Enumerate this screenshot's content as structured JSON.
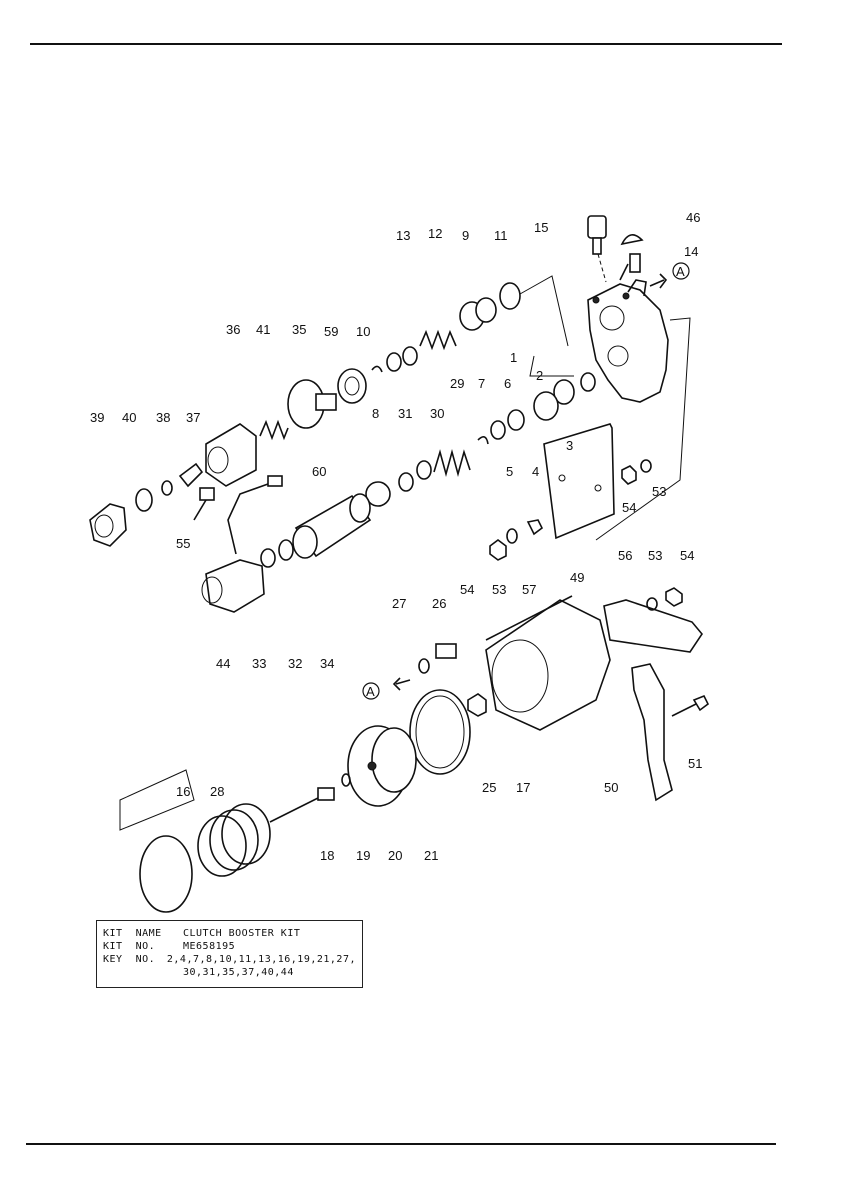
{
  "callouts": [
    {
      "id": "c13",
      "text": "13"
    },
    {
      "id": "c12",
      "text": "12"
    },
    {
      "id": "c9",
      "text": "9"
    },
    {
      "id": "c11",
      "text": "11"
    },
    {
      "id": "c15",
      "text": "15"
    },
    {
      "id": "c46",
      "text": "46"
    },
    {
      "id": "c14",
      "text": "14"
    },
    {
      "id": "cA1",
      "text": "A"
    },
    {
      "id": "c36",
      "text": "36"
    },
    {
      "id": "c41",
      "text": "41"
    },
    {
      "id": "c35",
      "text": "35"
    },
    {
      "id": "c59",
      "text": "59"
    },
    {
      "id": "c10",
      "text": "10"
    },
    {
      "id": "c1",
      "text": "1"
    },
    {
      "id": "c2",
      "text": "2"
    },
    {
      "id": "c29",
      "text": "29"
    },
    {
      "id": "c7",
      "text": "7"
    },
    {
      "id": "c6",
      "text": "6"
    },
    {
      "id": "c39",
      "text": "39"
    },
    {
      "id": "c40",
      "text": "40"
    },
    {
      "id": "c38",
      "text": "38"
    },
    {
      "id": "c37",
      "text": "37"
    },
    {
      "id": "c8",
      "text": "8"
    },
    {
      "id": "c31",
      "text": "31"
    },
    {
      "id": "c30",
      "text": "30"
    },
    {
      "id": "c3",
      "text": "3"
    },
    {
      "id": "c5",
      "text": "5"
    },
    {
      "id": "c4",
      "text": "4"
    },
    {
      "id": "c60",
      "text": "60"
    },
    {
      "id": "c53a",
      "text": "53"
    },
    {
      "id": "c54a",
      "text": "54"
    },
    {
      "id": "c55",
      "text": "55"
    },
    {
      "id": "c54b",
      "text": "54"
    },
    {
      "id": "c53b",
      "text": "53"
    },
    {
      "id": "c57",
      "text": "57"
    },
    {
      "id": "c49",
      "text": "49"
    },
    {
      "id": "c56",
      "text": "56"
    },
    {
      "id": "c53c",
      "text": "53"
    },
    {
      "id": "c54c",
      "text": "54"
    },
    {
      "id": "c44",
      "text": "44"
    },
    {
      "id": "c33",
      "text": "33"
    },
    {
      "id": "c32",
      "text": "32"
    },
    {
      "id": "c34",
      "text": "34"
    },
    {
      "id": "c27",
      "text": "27"
    },
    {
      "id": "c26",
      "text": "26"
    },
    {
      "id": "cA2",
      "text": "A"
    },
    {
      "id": "c16",
      "text": "16"
    },
    {
      "id": "c28",
      "text": "28"
    },
    {
      "id": "c25",
      "text": "25"
    },
    {
      "id": "c17",
      "text": "17"
    },
    {
      "id": "c50",
      "text": "50"
    },
    {
      "id": "c51",
      "text": "51"
    },
    {
      "id": "c18",
      "text": "18"
    },
    {
      "id": "c19",
      "text": "19"
    },
    {
      "id": "c20",
      "text": "20"
    },
    {
      "id": "c21",
      "text": "21"
    }
  ],
  "kit": {
    "name_key": "KIT  NAME",
    "name_value": "CLUTCH BOOSTER KIT",
    "no_key": "KIT  NO.",
    "no_value": "ME658195",
    "key_key": "KEY  NO.",
    "key_value_1": "2,4,7,8,10,11,13,16,19,21,27,",
    "key_value_2": "30,31,35,37,40,44"
  }
}
